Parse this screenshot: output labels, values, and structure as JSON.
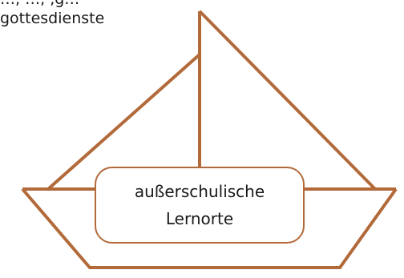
{
  "corner_text": {
    "line1": "…, …, ‚g…",
    "line2": "gottesdienste"
  },
  "center_label": {
    "line1": "außerschulische",
    "line2": "Lernorte"
  },
  "colors": {
    "boat_stroke": "#b36a3a",
    "background": "#ffffff",
    "text": "#1a1a1a"
  }
}
